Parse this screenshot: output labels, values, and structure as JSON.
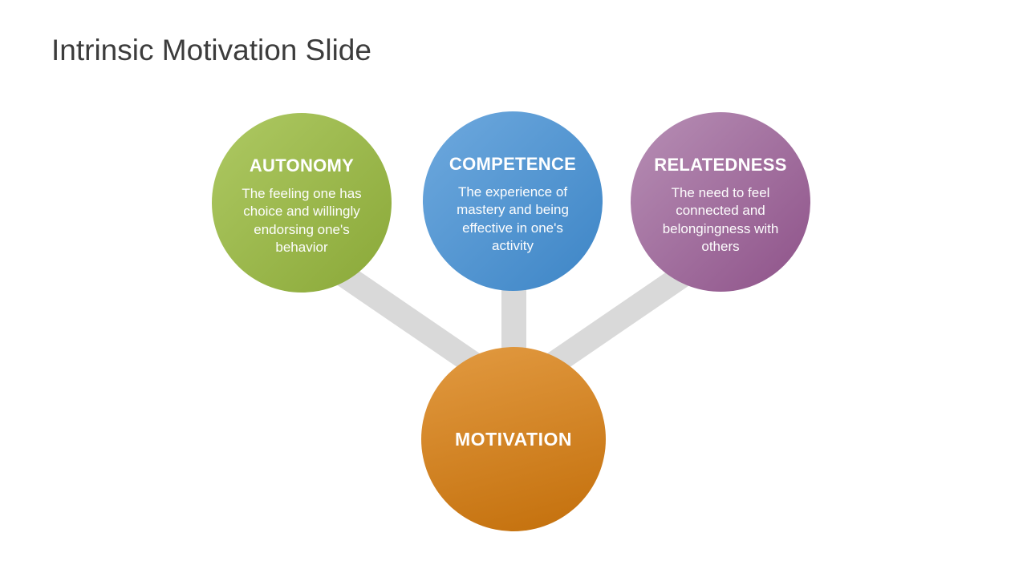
{
  "slide": {
    "title": "Intrinsic Motivation Slide",
    "nodes": [
      {
        "id": "autonomy",
        "label": "AUTONOMY",
        "description": "The feeling one has choice and willingly endorsing one's behavior",
        "color_light": "#aec963",
        "color_dark": "#8aa838"
      },
      {
        "id": "competence",
        "label": "COMPETENCE",
        "description": "The experience of mastery and being effective in one's activity",
        "color_light": "#6ea9de",
        "color_dark": "#3d85c6"
      },
      {
        "id": "relatedness",
        "label": "RELATEDNESS",
        "description": "The need to feel connected and belongingness with others",
        "color_light": "#b78fb5",
        "color_dark": "#8e5289"
      }
    ],
    "hub": {
      "id": "motivation",
      "label": "MOTIVATION",
      "color_light": "#e29a41",
      "color_dark": "#c36f0b"
    },
    "colors": {
      "background": "#ffffff",
      "title_text": "#3c3c3c",
      "connector": "#d9d9d9",
      "circle_text": "#ffffff"
    }
  }
}
